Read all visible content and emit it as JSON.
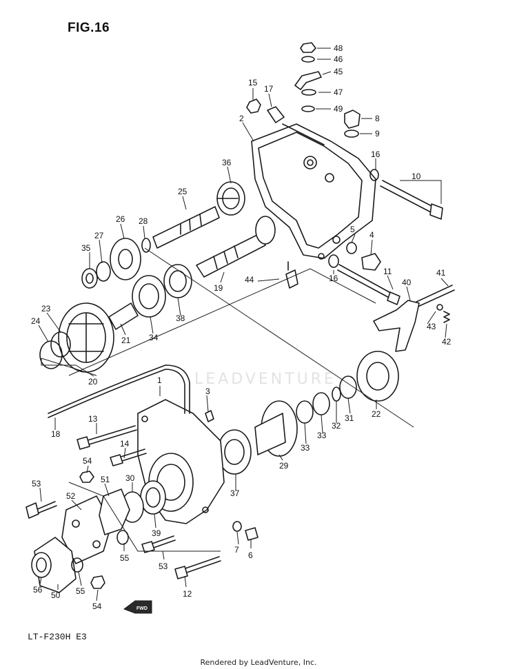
{
  "figure": {
    "title": "FIG.16"
  },
  "model_code": "LT-F230H  E3",
  "watermark": "LEADVENTURE",
  "fwd_label": "FWD",
  "footer": {
    "rendered_by": "Rendered by LeadVenture, Inc."
  },
  "callouts": [
    "48",
    "46",
    "45",
    "47",
    "49",
    "15",
    "17",
    "2",
    "8",
    "9",
    "16",
    "10",
    "36",
    "25",
    "26",
    "28",
    "27",
    "35",
    "5",
    "4",
    "16",
    "11",
    "41",
    "40",
    "44",
    "19",
    "43",
    "42",
    "23",
    "24",
    "21",
    "34",
    "38",
    "20",
    "22",
    "31",
    "32",
    "33",
    "33",
    "29",
    "3",
    "1",
    "13",
    "18",
    "14",
    "54",
    "53",
    "52",
    "51",
    "30",
    "37",
    "39",
    "7",
    "6",
    "55",
    "53",
    "12",
    "56",
    "50",
    "55",
    "54"
  ],
  "colors": {
    "line": "#1a1a1a",
    "background": "#ffffff",
    "watermark": "#969696"
  }
}
